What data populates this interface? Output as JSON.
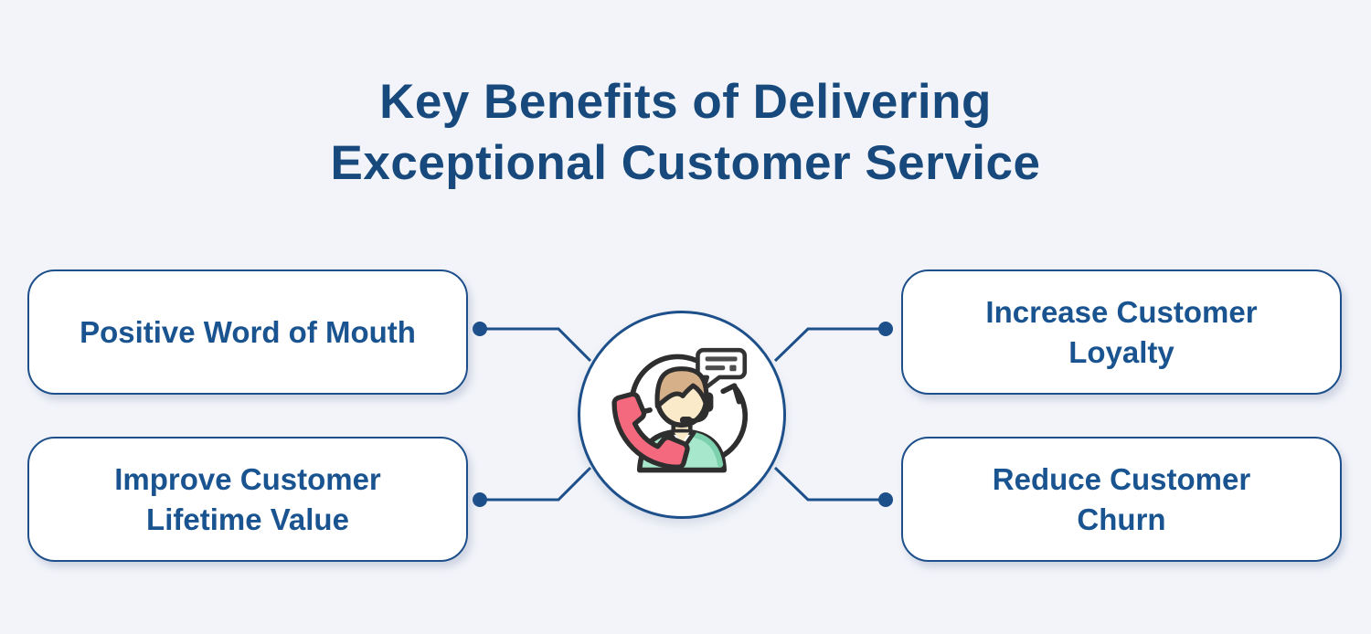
{
  "title": {
    "line1": "Key Benefits of Delivering",
    "line2": "Exceptional Customer Service"
  },
  "benefits": [
    {
      "id": "positive-word-of-mouth",
      "label": "Positive Word of Mouth",
      "position": "top-left"
    },
    {
      "id": "improve-customer-lifetime-value",
      "label": "Improve Customer Lifetime Value",
      "position": "bottom-left"
    },
    {
      "id": "increase-customer-loyalty",
      "label": "Increase Customer Loyalty",
      "position": "top-right"
    },
    {
      "id": "reduce-customer-churn",
      "label": "Reduce Customer Churn",
      "position": "bottom-right"
    }
  ],
  "center_icon": {
    "name": "customer-service-agent-icon",
    "description": "Support agent with headset mic, red phone handset, speech bubble and circular cycle arrows inside a white circle"
  },
  "colors": {
    "background": "#f2f4f9",
    "line_navy": "#1d4f8a",
    "title_text": "#17497c",
    "card_text": "#1a5490",
    "card_fill": "#ffffff",
    "icon_outline": "#2e2e2e",
    "icon_phone_red": "#f4697e",
    "icon_shirt_mint": "#a7e7cb",
    "icon_shirt_shade": "#7ed1ad",
    "icon_hair": "#d6b088",
    "icon_skin": "#faeac9",
    "icon_bubble_bars": "#4d4d4d"
  }
}
